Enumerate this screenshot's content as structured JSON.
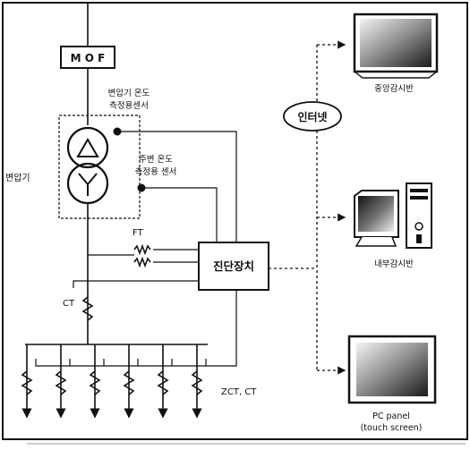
{
  "labels": {
    "mof": "M O F",
    "transformer": "변압기",
    "transformer_temp_sensor_line1": "변압기 온도",
    "transformer_temp_sensor_line2": "측정용센서",
    "ambient_temp_sensor_line1": "주변 온도",
    "ambient_temp_sensor_line2": "측정용 센서",
    "ft": "FT",
    "ct": "CT",
    "zct_ct": "ZCT, CT",
    "diagnostic_device": "진단장치",
    "internet": "인터넷",
    "central_monitor": "중앙감시반",
    "internal_monitor": "내부감시반",
    "pc_panel_line1": "PC panel",
    "pc_panel_line2": "(touch screen)"
  },
  "icons": {
    "central_monitor": "crt-monitor-icon",
    "internal_monitor": "desktop-computer-icon",
    "pc_panel": "touch-panel-icon"
  }
}
